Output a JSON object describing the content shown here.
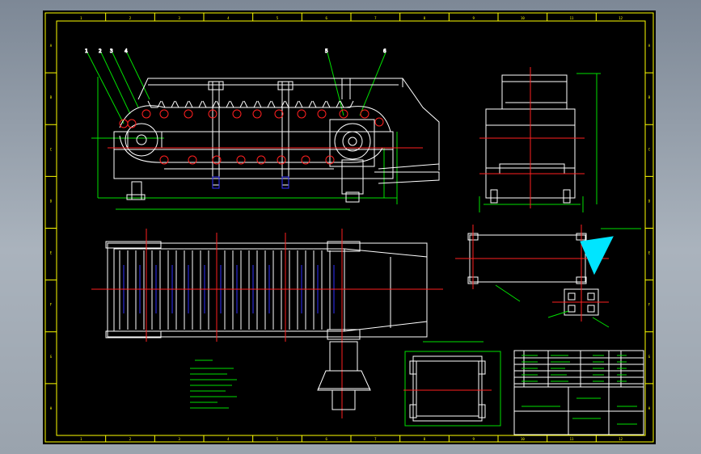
{
  "drawing": {
    "border_ticks_top": [
      "1",
      "2",
      "3",
      "4",
      "5",
      "6",
      "7",
      "8",
      "9",
      "10",
      "11",
      "12"
    ],
    "border_ticks_bottom": [
      "1",
      "2",
      "3",
      "4",
      "5",
      "6",
      "7",
      "8",
      "9",
      "10",
      "11",
      "12"
    ],
    "border_ticks_left": [
      "A",
      "B",
      "C",
      "D",
      "E",
      "F",
      "G",
      "H"
    ],
    "leaders": [
      "1",
      "2",
      "3",
      "4",
      "5",
      "6"
    ],
    "colors": {
      "background": "#000000",
      "lines": "#ffffff",
      "centerlines": "#ff2020",
      "dimensions": "#00e000",
      "hidden": "#3030ff",
      "frame": "#ffff00",
      "hatch": "#00e5ff"
    }
  },
  "title_block": {
    "rows": [
      [
        "",
        "",
        "",
        "",
        ""
      ],
      [
        "",
        "",
        "",
        "",
        ""
      ],
      [
        "",
        "",
        "",
        "",
        ""
      ],
      [
        "",
        "",
        "",
        "",
        ""
      ],
      [
        "",
        "",
        "",
        "",
        ""
      ]
    ]
  }
}
